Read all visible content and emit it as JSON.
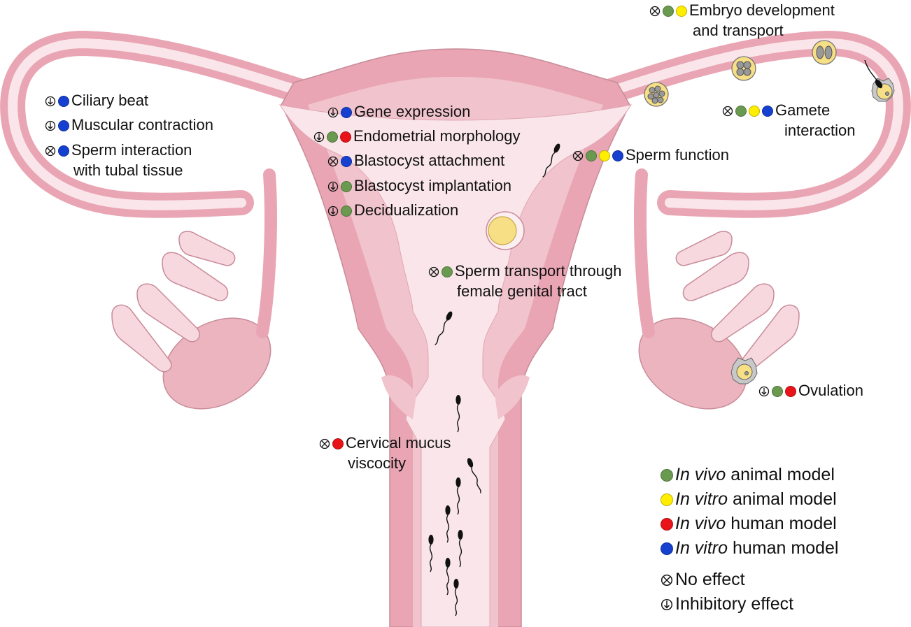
{
  "colors": {
    "in_vivo_animal": "#6a9a50",
    "in_vitro_animal": "#ffee00",
    "in_vivo_human": "#e8141a",
    "in_vitro_human": "#1540d0",
    "tissue_outer": "#e9a5b3",
    "tissue_mid": "#f1c4cd",
    "tissue_inner": "#fae6ea",
    "egg_yellow": "#f7df86"
  },
  "labels": {
    "ciliary": {
      "markers": [
        "inhibitory",
        "in_vitro_human"
      ],
      "lines": [
        "Ciliary beat"
      ]
    },
    "muscular": {
      "markers": [
        "inhibitory",
        "in_vitro_human"
      ],
      "lines": [
        "Muscular contraction"
      ]
    },
    "sperm_tubal": {
      "markers": [
        "no_effect",
        "in_vitro_human"
      ],
      "lines": [
        "Sperm interaction",
        "with tubal tissue"
      ]
    },
    "gene": {
      "markers": [
        "inhibitory",
        "in_vitro_human"
      ],
      "lines": [
        "Gene expression"
      ]
    },
    "endometrial": {
      "markers": [
        "inhibitory",
        "in_vivo_animal",
        "in_vivo_human"
      ],
      "lines": [
        "Endometrial morphology"
      ]
    },
    "attachment": {
      "markers": [
        "no_effect",
        "in_vitro_human"
      ],
      "lines": [
        "Blastocyst attachment"
      ]
    },
    "implantation": {
      "markers": [
        "inhibitory",
        "in_vivo_animal"
      ],
      "lines": [
        "Blastocyst implantation"
      ]
    },
    "decidualization": {
      "markers": [
        "inhibitory",
        "in_vivo_animal"
      ],
      "lines": [
        "Decidualization"
      ]
    },
    "sperm_function": {
      "markers": [
        "no_effect",
        "in_vivo_animal",
        "in_vitro_animal",
        "in_vitro_human"
      ],
      "lines": [
        "Sperm function"
      ]
    },
    "embryo": {
      "markers": [
        "no_effect",
        "in_vivo_animal",
        "in_vitro_animal"
      ],
      "lines": [
        "Embryo development",
        "and transport"
      ]
    },
    "gamete": {
      "markers": [
        "no_effect",
        "in_vivo_animal",
        "in_vitro_animal",
        "in_vitro_human"
      ],
      "lines": [
        "Gamete",
        "interaction"
      ]
    },
    "sperm_transport": {
      "markers": [
        "no_effect",
        "in_vivo_animal"
      ],
      "lines": [
        "Sperm transport through",
        "female genital tract"
      ]
    },
    "ovulation": {
      "markers": [
        "inhibitory",
        "in_vivo_animal",
        "in_vivo_human"
      ],
      "lines": [
        "Ovulation"
      ]
    },
    "cervical": {
      "markers": [
        "no_effect",
        "in_vivo_human"
      ],
      "lines": [
        "Cervical mucus",
        "viscocity"
      ]
    }
  },
  "legend": {
    "in_vivo_animal": {
      "em": "In vivo",
      "rest": " animal model"
    },
    "in_vitro_animal": {
      "em": "In vitro",
      "rest": " animal model"
    },
    "in_vivo_human": {
      "em": "In vivo",
      "rest": " human model"
    },
    "in_vitro_human": {
      "em": "In vitro",
      "rest": " human model"
    },
    "no_effect": "No effect",
    "inhibitory": "Inhibitory effect"
  }
}
